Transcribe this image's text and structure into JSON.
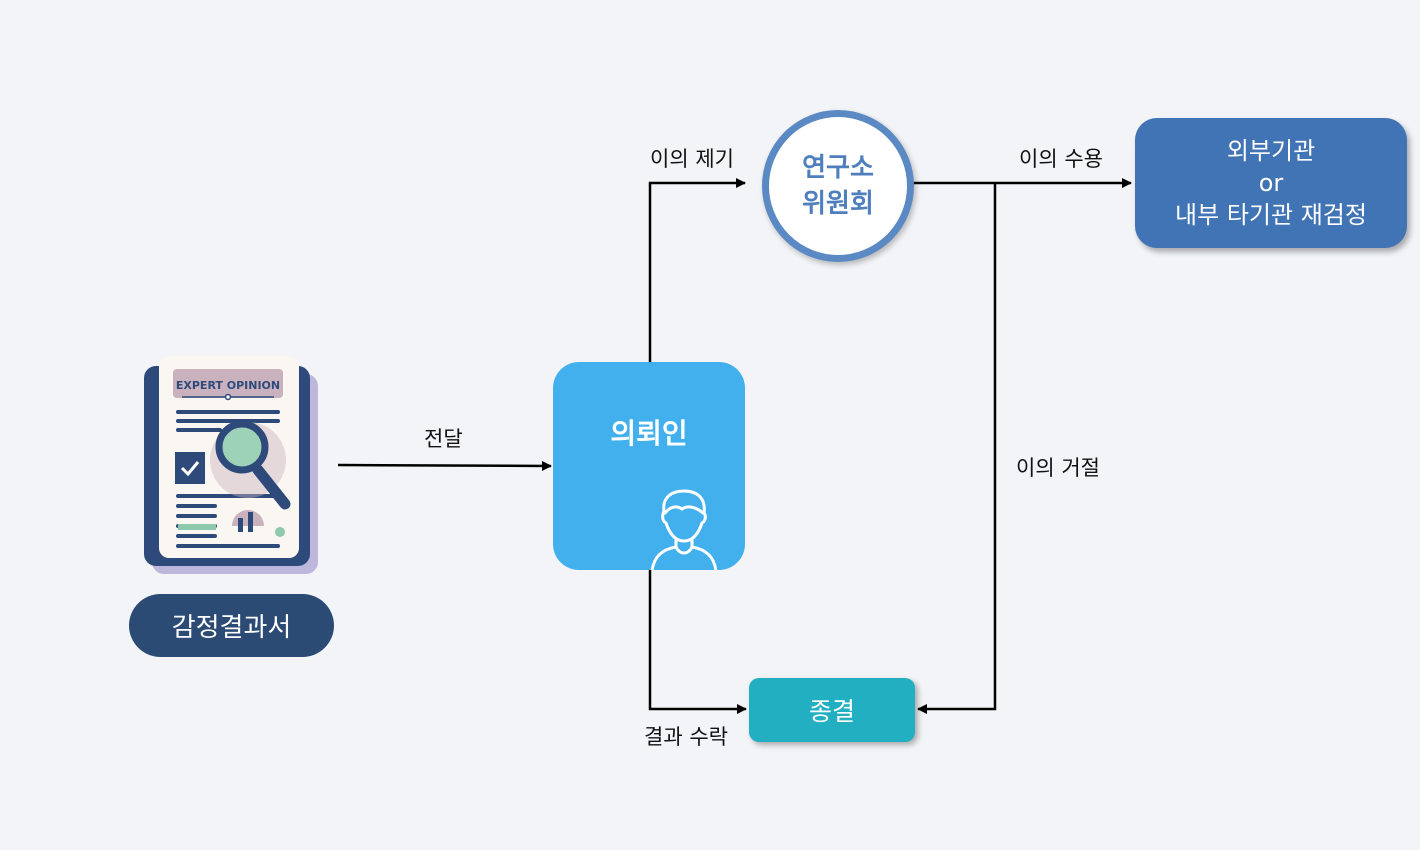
{
  "nodes": {
    "document": {
      "illustration": "expert-opinion-document-icon",
      "badge_text": "EXPERT OPINION",
      "label": "감정결과서"
    },
    "client": {
      "label": "의뢰인",
      "icon": "person-icon"
    },
    "committee": {
      "line1": "연구소",
      "line2": "위원회"
    },
    "review": {
      "line1": "외부기관",
      "line2": "or",
      "line3": "내부 타기관 재검정"
    },
    "closure": {
      "label": "종결"
    }
  },
  "edges": [
    {
      "from": "document",
      "to": "client",
      "label": "전달"
    },
    {
      "from": "client",
      "to": "committee",
      "label": "이의 제기"
    },
    {
      "from": "committee",
      "to": "review",
      "label": "이의 수용"
    },
    {
      "from": "committee",
      "to": "closure",
      "label": "이의 거절"
    },
    {
      "from": "client",
      "to": "closure",
      "label": "결과 수락"
    }
  ],
  "colors": {
    "background": "#f3f4f7",
    "document_pill": "#2b4a74",
    "client": "#42b0ec",
    "committee_border": "#5b89c4",
    "committee_text": "#4f7fbd",
    "review": "#4174b5",
    "closure": "#22afc2"
  }
}
